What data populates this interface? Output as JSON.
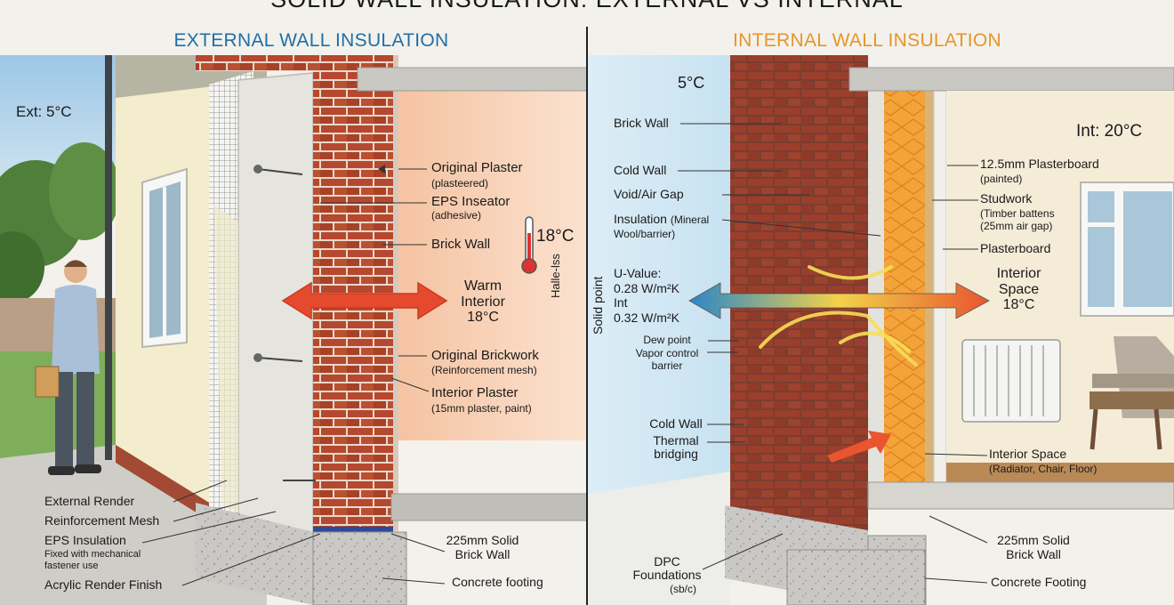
{
  "title": "SOLID WALL INSULATION: EXTERNAL VS INTERNAL",
  "colors": {
    "external_title": "#1f6fa5",
    "internal_title": "#e6952a",
    "brick": "#b5482e",
    "eps": "#e8e6e0",
    "render": "#f4efd4",
    "mineral_wool": "#f2a33a",
    "warm": "#f7c8a8",
    "cold": "#d8ecf6"
  },
  "external": {
    "heading": "EXTERNAL WALL INSULATION",
    "ext_temp": "Ext: 5°C",
    "thermometer_temp": "18°C",
    "labels": {
      "original_plaster": "Original Plaster",
      "original_plaster_sub": "(plasteered)",
      "eps_inseator": "EPS Inseator",
      "eps_inseator_sub": "(adhesive)",
      "brick_wall": "Brick Wall",
      "warm_interior_1": "Warm",
      "warm_interior_2": "Interior",
      "warm_interior_3": "18°C",
      "original_brickwork": "Original Brickwork",
      "original_brickwork_sub": "(Reinforcement mesh)",
      "interior_plaster": "Interior Plaster",
      "interior_plaster_sub": "(15mm plaster, paint)",
      "vertical_text": "Halle-lss",
      "external_render": "External Render",
      "reinforcement_mesh": "Reinforcement Mesh",
      "eps_insulation": "EPS Insulation",
      "eps_insulation_sub_1": "Fixed with mechanical",
      "eps_insulation_sub_2": "fastener use",
      "acrylic_render": "Acrylic Render Finish",
      "solid_brick_1": "225mm Solid",
      "solid_brick_2": "Brick Wall",
      "concrete_footing": "Concrete footing"
    }
  },
  "internal": {
    "heading": "INTERNAL WALL INSULATION",
    "ext_temp": "5°C",
    "int_temp": "Int: 20°C",
    "labels": {
      "brick_wall": "Brick Wall",
      "cold_wall": "Cold Wall",
      "void_air_gap": "Void/Air Gap",
      "insulation": "Insulation",
      "insulation_mineral": "(Mineral",
      "insulation_sub": "Wool/barrier)",
      "u_value_1": "U-Value:",
      "u_value_2": "0.28 W/m²K",
      "u_value_3": "Int",
      "u_value_4": "0.32 W/m²K",
      "vertical_text": "Solid point",
      "dew_point": "Dew point",
      "vapor_1": "Vapor control",
      "vapor_2": "barrier",
      "cold_wall_2": "Cold Wall",
      "thermal_1": "Thermal",
      "thermal_2": "bridging",
      "dpc": "DPC",
      "foundations": "Foundations",
      "foundations_sub": "(sb/c)",
      "plasterboard_125": "12.5mm Plasterboard",
      "plasterboard_125_sub": "(painted)",
      "studwork": "Studwork",
      "studwork_sub_1": "(Timber battens",
      "studwork_sub_2": "(25mm air gap)",
      "plasterboard": "Plasterboard",
      "interior_space_1": "Interior",
      "interior_space_2": "Space",
      "interior_space_3": "18°C",
      "interior_space_b": "Interior Space",
      "interior_space_b_sub": "(Radiator, Chair, Floor)",
      "solid_brick_1": "225mm Solid",
      "solid_brick_2": "Brick Wall",
      "concrete_footing": "Concrete Footing"
    }
  }
}
